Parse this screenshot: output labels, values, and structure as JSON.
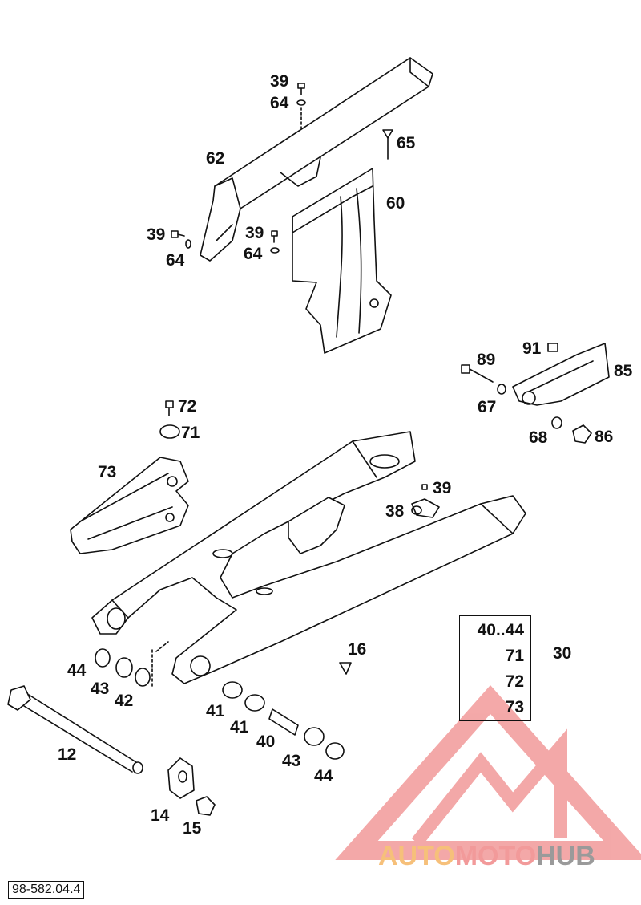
{
  "diagram": {
    "callouts": {
      "c39a": "39",
      "c64a": "64",
      "c65": "65",
      "c62": "62",
      "c60": "60",
      "c39b": "39",
      "c64b": "64",
      "c39c": "39",
      "c64c": "64",
      "c89": "89",
      "c91": "91",
      "c85": "85",
      "c67": "67",
      "c68": "68",
      "c86": "86",
      "c72": "72",
      "c71": "71",
      "c73": "73",
      "c39d": "39",
      "c38": "38",
      "c16": "16",
      "c44a": "44",
      "c43a": "43",
      "c42": "42",
      "c41a": "41",
      "c41b": "41",
      "c40": "40",
      "c43b": "43",
      "c44b": "44",
      "c12": "12",
      "c14": "14",
      "c15": "15"
    },
    "reference_box": {
      "items": [
        "40..44",
        "71",
        "72",
        "73"
      ],
      "assembly": "30"
    },
    "document_code": "98-582.04.4"
  },
  "watermark": {
    "part1": "AUTO",
    "part2": "MOTO",
    "part3": "HUB",
    "color_orange": "#f6c07a",
    "color_red": "#f29a9a",
    "color_gray": "#9a9a9a"
  }
}
